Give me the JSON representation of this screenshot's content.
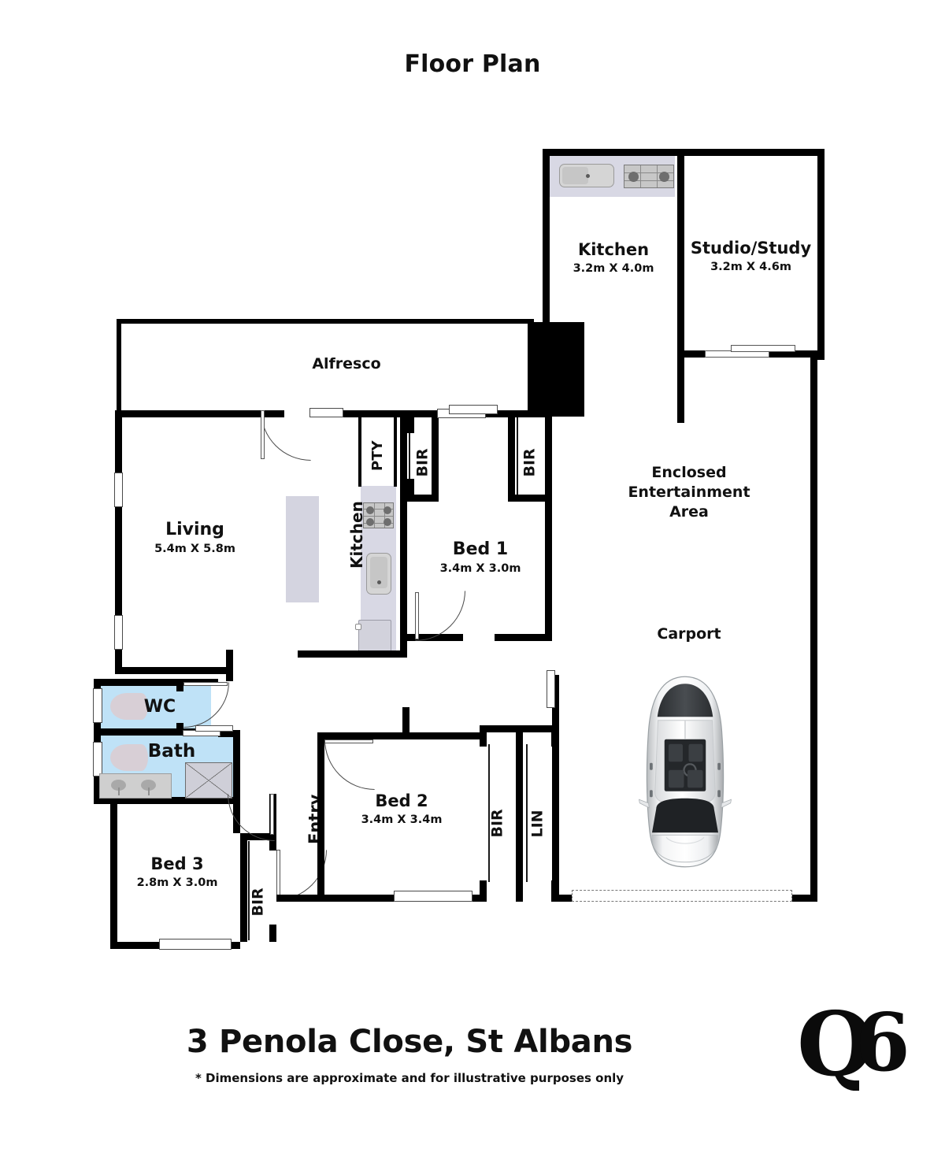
{
  "header": {
    "title": "Floor Plan"
  },
  "footer": {
    "address": "3 Penola Close, St Albans",
    "disclaimer": "* Dimensions are approximate and for illustrative purposes only",
    "logo_text": "Q6"
  },
  "rooms": {
    "kitchen_top": {
      "name": "Kitchen",
      "dim": "3.2m X 4.0m"
    },
    "studio": {
      "name": "Studio/Study",
      "dim": "3.2m X 4.6m"
    },
    "alfresco": {
      "name": "Alfresco",
      "dim": ""
    },
    "living": {
      "name": "Living",
      "dim": "5.4m X 5.8m"
    },
    "kitchen_main": {
      "name": "Kitchen",
      "dim": ""
    },
    "bed1": {
      "name": "Bed 1",
      "dim": "3.4m X 3.0m"
    },
    "bed2": {
      "name": "Bed 2",
      "dim": "3.4m X 3.4m"
    },
    "bed3": {
      "name": "Bed 3",
      "dim": "2.8m X 3.0m"
    },
    "wc": {
      "name": "WC",
      "dim": ""
    },
    "bath": {
      "name": "Bath",
      "dim": ""
    },
    "entry": {
      "name": "Entry",
      "dim": ""
    },
    "carport": {
      "name": "Carport",
      "dim": ""
    },
    "entertainment": {
      "name": "Enclosed\nEntertainment\nArea",
      "line1": "Enclosed",
      "line2": "Entertainment",
      "line3": "Area"
    }
  },
  "storage": {
    "pty": "PTY",
    "bir_bed1_left": "BIR",
    "bir_bed1_right": "BIR",
    "bir_bed2": "BIR",
    "lin": "LIN",
    "bir_bed3": "BIR"
  },
  "colors": {
    "wall": "#000000",
    "wet_area_fill": "#bfe2f7",
    "bench": "#d8d8e4",
    "island": "#d4d4e0",
    "background": "#ffffff",
    "text": "#111111"
  }
}
